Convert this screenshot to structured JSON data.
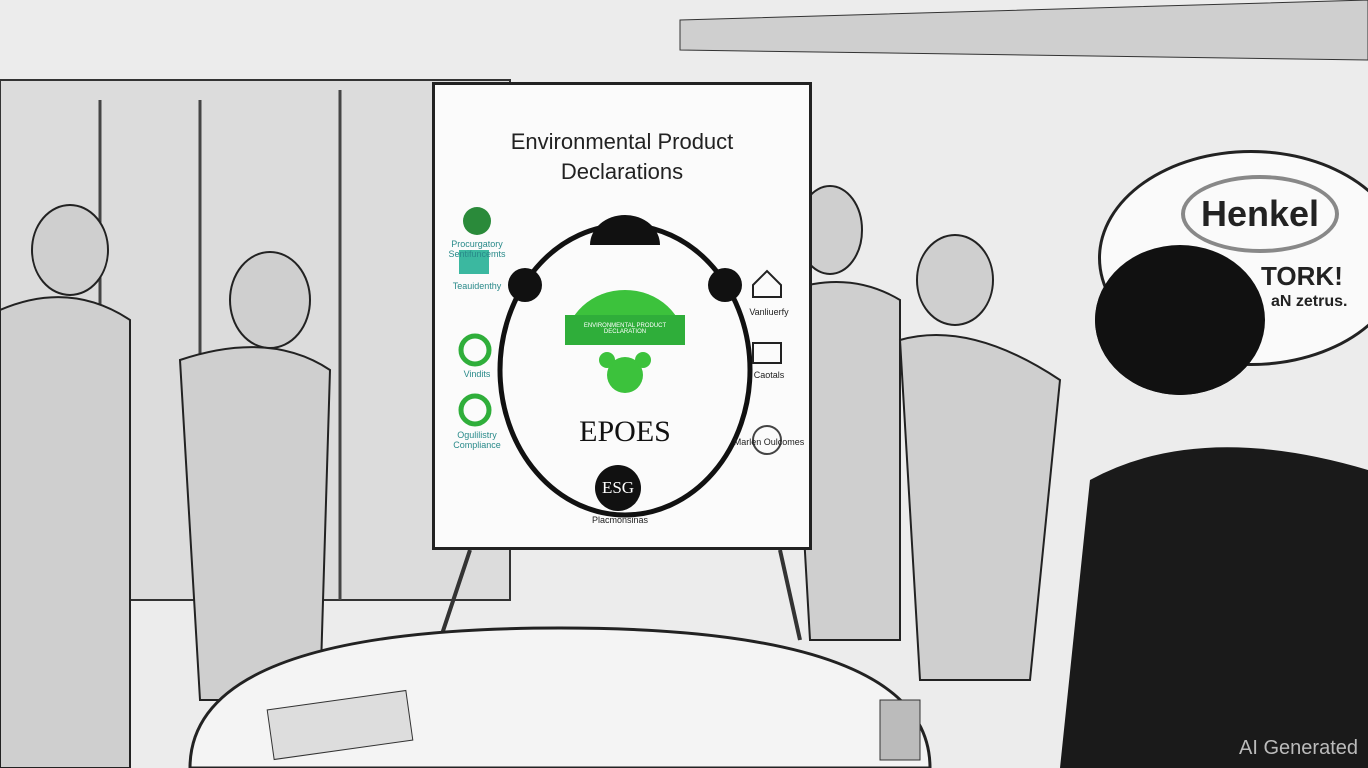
{
  "poster": {
    "title_line1": "Environmental Product",
    "title_line2": "Declarations",
    "center_label": "EPOES",
    "bottom_badge": "ESG",
    "bottom_caption": "Placmonsinas",
    "banner_text": "ENVIRONMENTAL PRODUCT DECLARATION",
    "left_items": [
      {
        "label": "Procurgatory Sentifuncemts",
        "icon": "leaf-badge-icon"
      },
      {
        "label": "Teauidenthy",
        "icon": "bar-chart-icon"
      },
      {
        "label": "Vindits",
        "icon": "recycle-icon"
      },
      {
        "label": "Ogulilistry Compliance",
        "icon": "swirl-leaf-icon"
      }
    ],
    "right_items": [
      {
        "label": "Vanliuerfy",
        "icon": "house-icon"
      },
      {
        "label": "Caotals",
        "icon": "document-icon"
      },
      {
        "label": "Marlen Oulcomes",
        "icon": "globe-icon"
      }
    ],
    "accent_color": "#2fae3a"
  },
  "sign": {
    "brand": "Henkel",
    "line1": "TORK!",
    "line2": "aN zetrus."
  },
  "watermark": "AI Generated"
}
